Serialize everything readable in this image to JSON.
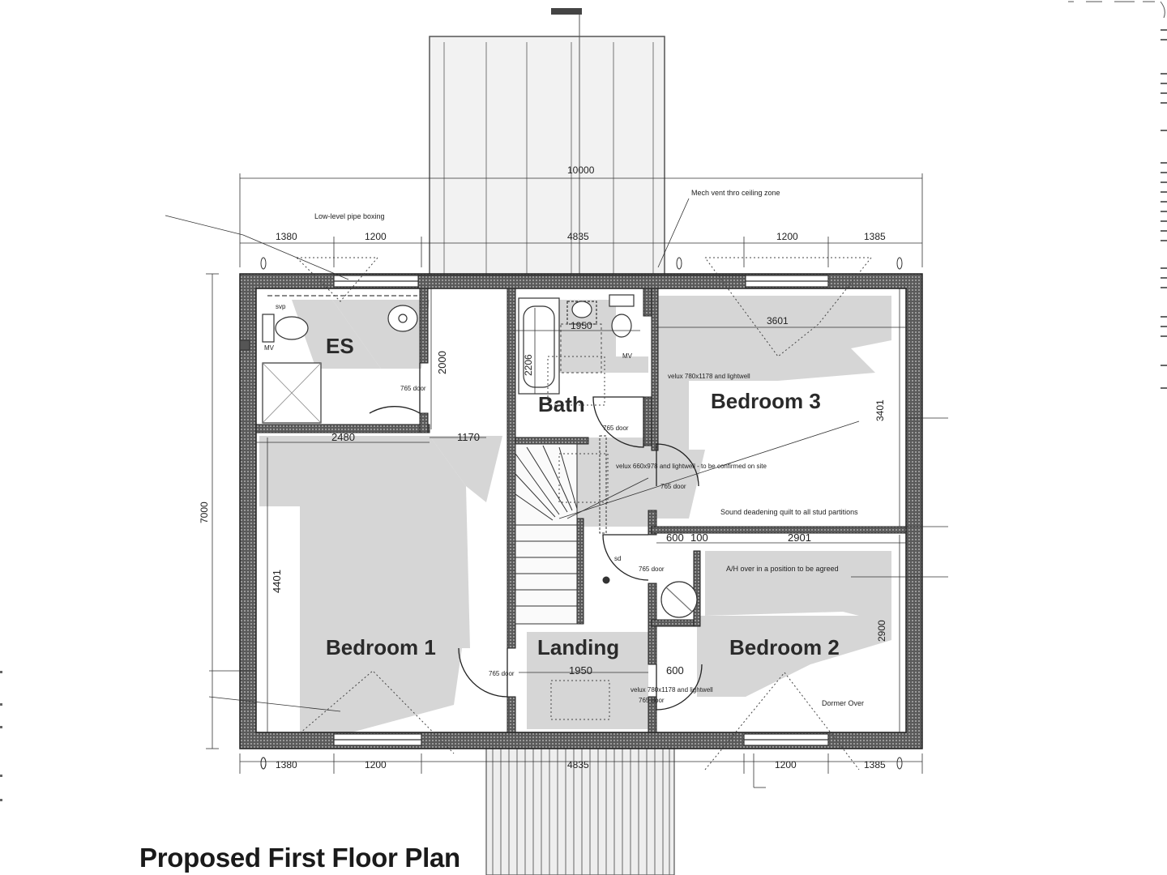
{
  "title": "Proposed First Floor Plan",
  "rooms": {
    "es": "ES",
    "bath": "Bath",
    "bedroom1": "Bedroom 1",
    "bedroom2": "Bedroom 2",
    "bedroom3": "Bedroom 3",
    "landing": "Landing"
  },
  "dimensions": {
    "overall_width": "10000",
    "top_left_1": "1380",
    "top_left_2": "1200",
    "top_center": "4835",
    "top_right_1": "1200",
    "top_right_2": "1385",
    "bottom_left_1": "1380",
    "bottom_left_2": "1200",
    "bottom_center": "4835",
    "bottom_right_1": "1200",
    "bottom_right_2": "1385",
    "overall_depth": "7000",
    "es_depth": "2000",
    "es_gap": "1170",
    "bed1_width": "2480",
    "bed1_depth": "4401",
    "bath_width": "1950",
    "bath_depth": "2206",
    "bed3_width": "3601",
    "bed3_depth": "3401",
    "bed2_width": "2901",
    "bed2_depth": "2900",
    "cupboard_1": "600",
    "cupboard_2": "100",
    "landing_width": "1950",
    "landing_600": "600"
  },
  "notes": {
    "pipe_boxing": "Low-level pipe boxing",
    "mech_vent": "Mech vent thro ceiling zone",
    "svp": "svp",
    "mv_es": "MV",
    "mv_bath": "MV",
    "door_es": "765 door",
    "door_bath": "765 door",
    "door_bed3": "765 door",
    "door_cupboard": "765 door",
    "door_bed1": "765 door",
    "door_bed2": "765 door",
    "velux_bed3": "velux 780x1178 and lightwell",
    "velux_stair": "velux 660x978 and lightwell - to be confirmed on site",
    "sound_quilt": "Sound deadening quilt to all stud partitions",
    "ah_over": "A/H over in a position to be agreed",
    "velux_landing": "velux 780x1178 and lightwell",
    "dormer": "Dormer Over",
    "sd": "sd"
  }
}
